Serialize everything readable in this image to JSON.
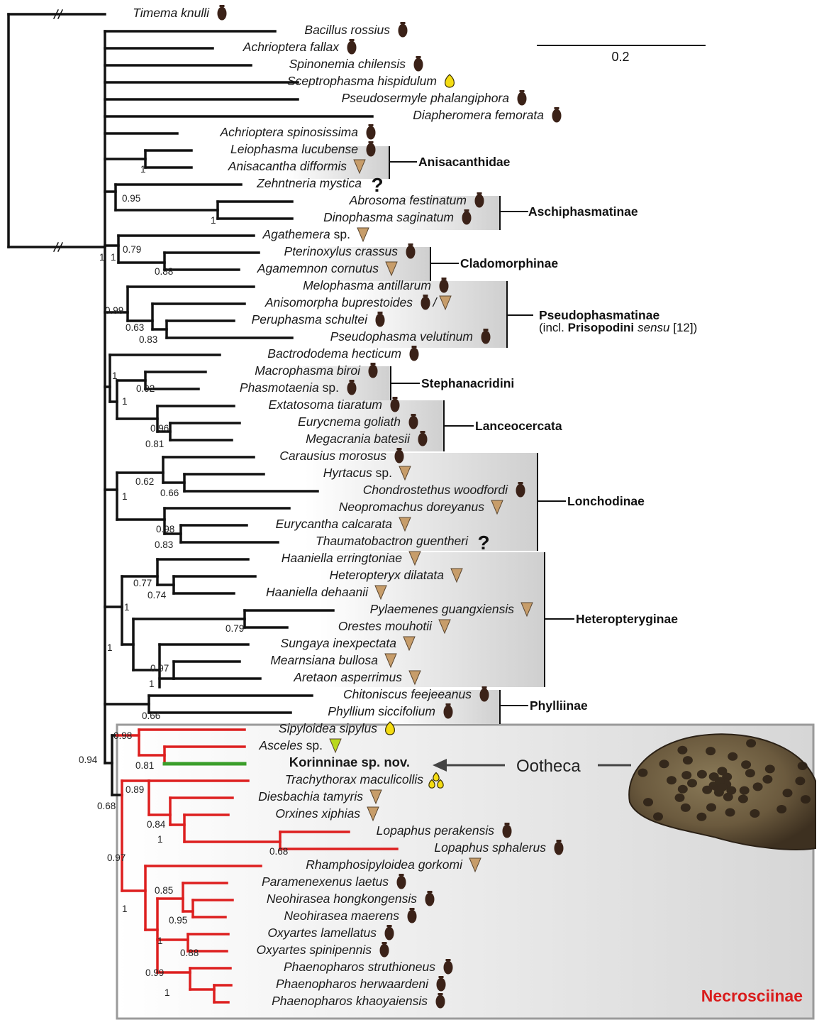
{
  "colors": {
    "branch": "#111111",
    "necrosciinae_branch": "#dd1f1f",
    "new_taxon_branch": "#3a9e2a",
    "egg_dark": "#3b2218",
    "egg_yellow": "#f4dc12",
    "egg_green": "#b9d81c",
    "egg_tan": "#c79d6a",
    "clade_box": "#d3d3d3",
    "necrosciinae_label": "#d91c1c"
  },
  "egg_icons": {
    "dark": "capsule-egg-icon",
    "yellow": "drop-egg-icon",
    "tan": "triangle-egg-icon",
    "green": "triangle-egg-icon"
  },
  "scale_bar": {
    "label": "0.2"
  },
  "taxa": [
    {
      "name": "Timema knulli",
      "egg": "dark"
    },
    {
      "name": "Bacillus rossius",
      "egg": "dark"
    },
    {
      "name": "Achrioptera fallax",
      "egg": "dark"
    },
    {
      "name": "Spinonemia chilensis",
      "egg": "dark"
    },
    {
      "name": "Sceptrophasma hispidulum",
      "egg": "yellow"
    },
    {
      "name": "Pseudosermyle phalangiphora",
      "egg": "dark"
    },
    {
      "name": "Diapheromera femorata",
      "egg": "dark"
    },
    {
      "name": "Achrioptera spinosissima",
      "egg": "dark"
    },
    {
      "name": "Leiophasma lucubense",
      "egg": "dark"
    },
    {
      "name": "Anisacantha difformis",
      "egg": "tan"
    },
    {
      "name": "Zehntneria mystica",
      "egg": "?"
    },
    {
      "name": "Abrosoma festinatum",
      "egg": "dark"
    },
    {
      "name": "Dinophasma saginatum",
      "egg": "dark"
    },
    {
      "name": "Agathemera",
      "suffix": " sp.",
      "egg": "tan"
    },
    {
      "name": "Pterinoxylus crassus",
      "egg": "dark"
    },
    {
      "name": "Agamemnon cornutus",
      "egg": "tan"
    },
    {
      "name": "Melophasma antillarum",
      "egg": "dark"
    },
    {
      "name": "Anisomorpha buprestoides",
      "egg": "dark/tan",
      "separator": "/"
    },
    {
      "name": "Peruphasma schultei",
      "egg": "dark"
    },
    {
      "name": "Pseudophasma velutinum",
      "egg": "dark"
    },
    {
      "name": "Bactrododema hecticum",
      "egg": "dark"
    },
    {
      "name": "Macrophasma biroi",
      "egg": "dark"
    },
    {
      "name": "Phasmotaenia",
      "suffix": " sp.",
      "egg": "dark"
    },
    {
      "name": "Extatosoma tiaratum",
      "egg": "dark"
    },
    {
      "name": "Eurycnema goliath",
      "egg": "dark"
    },
    {
      "name": "Megacrania batesii",
      "egg": "dark"
    },
    {
      "name": "Carausius morosus",
      "egg": "dark"
    },
    {
      "name": "Hyrtacus",
      "suffix": " sp.",
      "egg": "tan"
    },
    {
      "name": "Chondrostethus woodfordi",
      "egg": "dark"
    },
    {
      "name": "Neopromachus doreyanus",
      "egg": "tan"
    },
    {
      "name": "Eurycantha calcarata",
      "egg": "tan"
    },
    {
      "name": "Thaumatobactron guentheri",
      "egg": "?"
    },
    {
      "name": "Haaniella erringtoniae",
      "egg": "tan"
    },
    {
      "name": "Heteropteryx dilatata",
      "egg": "tan"
    },
    {
      "name": "Haaniella dehaanii",
      "egg": "tan"
    },
    {
      "name": "Pylaemenes guangxiensis",
      "egg": "tan"
    },
    {
      "name": "Orestes mouhotii",
      "egg": "tan"
    },
    {
      "name": "Sungaya inexpectata",
      "egg": "tan"
    },
    {
      "name": "Mearnsiana bullosa",
      "egg": "tan"
    },
    {
      "name": "Aretaon asperrimus",
      "egg": "tan"
    },
    {
      "name": "Chitoniscus feejeeanus",
      "egg": "dark"
    },
    {
      "name": "Phyllium siccifolium",
      "egg": "dark"
    },
    {
      "name": "Sipyloidea sipylus",
      "egg": "yellow"
    },
    {
      "name": "Asceles",
      "suffix": " sp.",
      "egg": "green"
    },
    {
      "name": "Korinninae sp. nov.",
      "egg": "",
      "highlight": true
    },
    {
      "name": "Trachythorax maculicollis",
      "egg": "yellow-cluster"
    },
    {
      "name": "Diesbachia tamyris",
      "egg": "tan"
    },
    {
      "name": "Orxines xiphias",
      "egg": "tan"
    },
    {
      "name": "Lopaphus perakensis",
      "egg": "dark"
    },
    {
      "name": "Lopaphus sphalerus",
      "egg": "dark"
    },
    {
      "name": "Rhamphosipyloidea gorkomi",
      "egg": "tan"
    },
    {
      "name": "Paramenexenus laetus",
      "egg": "dark"
    },
    {
      "name": "Neohirasea hongkongensis",
      "egg": "dark"
    },
    {
      "name": "Neohirasea maerens",
      "egg": "dark"
    },
    {
      "name": "Oxyartes lamellatus",
      "egg": "dark"
    },
    {
      "name": "Oxyartes spinipennis",
      "egg": "dark"
    },
    {
      "name": "Phaenopharos struthioneus",
      "egg": "dark"
    },
    {
      "name": "Phaenopharos herwaardeni",
      "egg": "dark"
    },
    {
      "name": "Phaenopharos khaoyaiensis",
      "egg": "dark"
    }
  ],
  "supports": [
    "1",
    "0.95",
    "1",
    "1",
    "0.79",
    "1",
    "0.88",
    "0.99",
    "0.63",
    "0.83",
    "1",
    "0.92",
    "1",
    "0.96",
    "0.81",
    "0.62",
    "0.66",
    "1",
    "0.98",
    "0.83",
    "0.77",
    "0.74",
    "1",
    "0.79",
    "1",
    "0.97",
    "1",
    "0.66",
    "0.94",
    "0.98",
    "0.81",
    "0.68",
    "0.89",
    "0.84",
    "1",
    "0.68",
    "0.97",
    "0.85",
    "0.95",
    "1",
    "1",
    "0.88",
    "0.99",
    "1"
  ],
  "clades": {
    "anisacanthidae": "Anisacanthidae",
    "aschiphasmatinae": "Aschiphasmatinae",
    "cladomorphinae": "Cladomorphinae",
    "pseudophasmatinae": "Pseudophasmatinae",
    "pseudophasmatinae_note_pre": "(incl. ",
    "pseudophasmatinae_note_bold": "Prisopodini",
    "pseudophasmatinae_note_ital": "sensu",
    "pseudophasmatinae_note_post": " [12])",
    "stephanacridini": "Stephanacridini",
    "lanceocercata": "Lanceocercata",
    "lonchodinae": "Lonchodinae",
    "heteropteryginae": "Heteropteryginae",
    "phylliinae": "Phylliinae",
    "necrosciinae": "Necrosciinae"
  },
  "ootheca_label": "Ootheca",
  "question_mark": "?"
}
